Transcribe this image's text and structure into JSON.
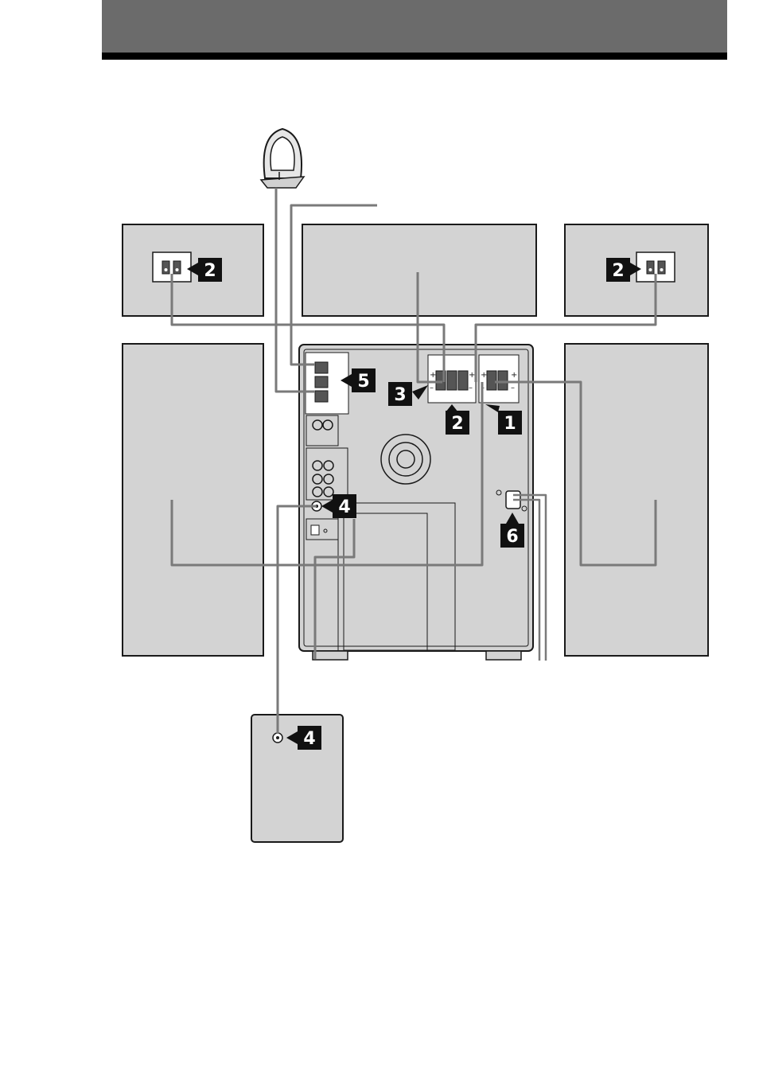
{
  "colors": {
    "panel_fill": "#d3d3d3",
    "panel_stroke": "#1a1a1a",
    "cable": "#7a7a7a",
    "callout_fill": "#111111",
    "callout_text": "#ffffff",
    "header_band": "#6b6b6b",
    "header_rule": "#000000"
  },
  "callouts": {
    "c1": "1",
    "c2_left_speaker": "2",
    "c2_right_speaker": "2",
    "c2_main_unit": "2",
    "c3": "3",
    "c4_main_unit": "4",
    "c4_subwoofer": "4",
    "c5": "5",
    "c6": "6"
  },
  "speaker_terminal_marks": {
    "plus": "+",
    "minus": "–"
  }
}
